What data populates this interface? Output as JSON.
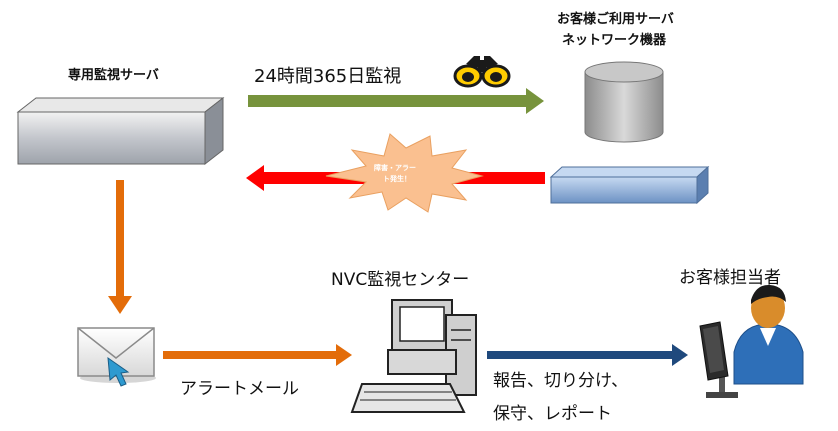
{
  "nodes": {
    "dedicated_server": "専用監視サーバ",
    "customer_server_line1": "お客様ご利用サーバ",
    "customer_server_line2": "ネットワーク機器",
    "nvc_center": "NVC監視センター",
    "customer_contact": "お客様担当者"
  },
  "edges": {
    "monitoring": "24時間365日監視",
    "failure_burst_line1": "障害・アラー",
    "failure_burst_line2": "ト発生！",
    "alert_mail": "アラートメール",
    "report_line1": "報告、切り分け、",
    "report_line2": "保守、レポート"
  },
  "colors": {
    "green_arrow": "#77933c",
    "red_arrow": "#ff0000",
    "orange_arrow": "#e36c09",
    "blue_arrow": "#1f497d",
    "burst": "#fac090",
    "server_gray": "#c0c4cc",
    "network_blue": "#95b3d7"
  },
  "icons": [
    "server-box-icon",
    "database-cylinder-icon",
    "network-device-icon",
    "binoculars-icon",
    "alert-burst-icon",
    "mail-envelope-icon",
    "desktop-computer-icon",
    "person-at-pc-icon"
  ]
}
